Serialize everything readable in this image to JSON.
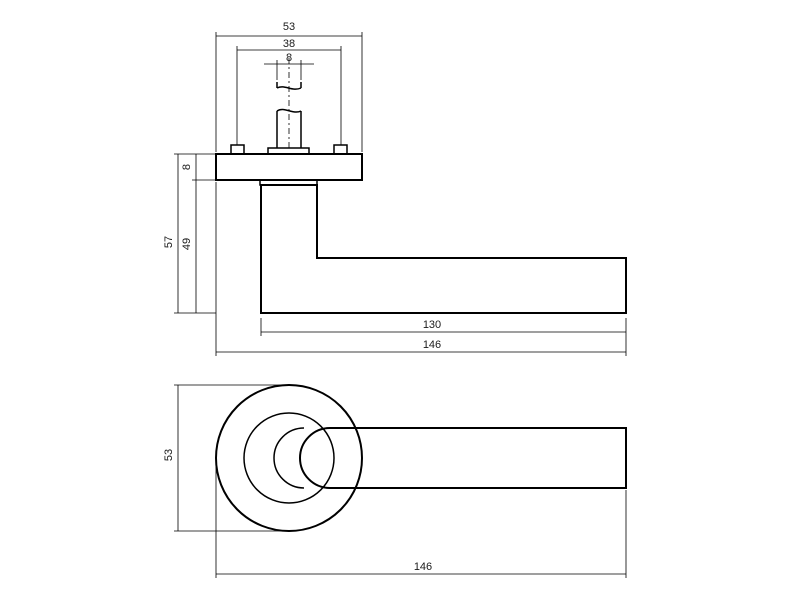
{
  "drawing": {
    "top_view": {
      "dimensions": {
        "rose_width": "53",
        "screw_spacing": "38",
        "spindle_width": "8",
        "rose_thickness": "8",
        "total_height": "57",
        "handle_height": "49",
        "handle_length": "130",
        "total_length": "146"
      }
    },
    "bottom_view": {
      "dimensions": {
        "rose_diameter": "53",
        "total_length": "146"
      }
    }
  },
  "colors": {
    "line": "#000000",
    "background": "#ffffff"
  }
}
